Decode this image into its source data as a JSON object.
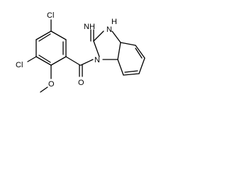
{
  "molecule": {
    "atoms": {
      "cl_top": "Cl",
      "cl_left": "Cl",
      "methoxy_o": "O",
      "carbonyl_o": "O",
      "imino_nh": "NH",
      "amine_nh": "H",
      "amine_n": "N",
      "ring_n1": "N"
    }
  }
}
